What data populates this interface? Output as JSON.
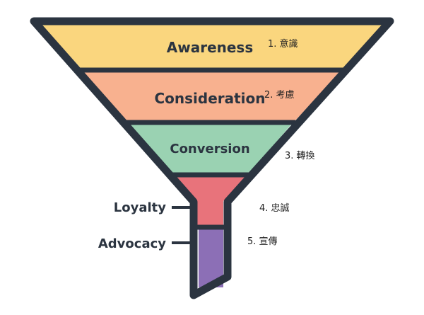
{
  "funnel": {
    "stages": [
      {
        "name": "Awareness",
        "note": "1.  意識",
        "color": "#fad67e"
      },
      {
        "name": "Consideration",
        "note": "2.  考慮",
        "color": "#f8b18f"
      },
      {
        "name": "Conversion",
        "note": "3.  轉換",
        "color": "#9ad2b2"
      },
      {
        "name": "Loyalty",
        "note": "4.  忠誠",
        "color": "#e8737b"
      },
      {
        "name": "Advocacy",
        "note": "5.  宣傳",
        "color": "#8c6fb6"
      }
    ],
    "outline_color": "#2b3440"
  }
}
